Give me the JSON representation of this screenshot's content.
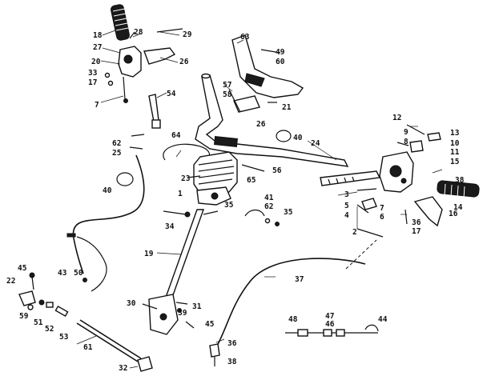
{
  "callouts": [
    {
      "id": "c18",
      "label": "18"
    },
    {
      "id": "c28a",
      "label": "28"
    },
    {
      "id": "c29",
      "label": "29"
    },
    {
      "id": "c27",
      "label": "27"
    },
    {
      "id": "c20a",
      "label": "20"
    },
    {
      "id": "c33",
      "label": "33"
    },
    {
      "id": "c17a",
      "label": "17"
    },
    {
      "id": "c26a",
      "label": "26"
    },
    {
      "id": "c7a",
      "label": "7"
    },
    {
      "id": "c63",
      "label": "63"
    },
    {
      "id": "c49",
      "label": "49"
    },
    {
      "id": "c60",
      "label": "60"
    },
    {
      "id": "c57",
      "label": "57"
    },
    {
      "id": "c58",
      "label": "58"
    },
    {
      "id": "c54",
      "label": "54"
    },
    {
      "id": "c21",
      "label": "21"
    },
    {
      "id": "c26b",
      "label": "26"
    },
    {
      "id": "c40a",
      "label": "40"
    },
    {
      "id": "c62a",
      "label": "62"
    },
    {
      "id": "c25",
      "label": "25"
    },
    {
      "id": "c64",
      "label": "64"
    },
    {
      "id": "c24",
      "label": "24"
    },
    {
      "id": "c12",
      "label": "12"
    },
    {
      "id": "c9",
      "label": "9"
    },
    {
      "id": "c13",
      "label": "13"
    },
    {
      "id": "c8",
      "label": "8"
    },
    {
      "id": "c10",
      "label": "10"
    },
    {
      "id": "c11",
      "label": "11"
    },
    {
      "id": "c15",
      "label": "15"
    },
    {
      "id": "c16",
      "label": "16"
    },
    {
      "id": "c38a",
      "label": "38"
    },
    {
      "id": "c23",
      "label": "23"
    },
    {
      "id": "c65",
      "label": "65"
    },
    {
      "id": "c56",
      "label": "56"
    },
    {
      "id": "c40b",
      "label": "40"
    },
    {
      "id": "c1",
      "label": "1"
    },
    {
      "id": "c35a",
      "label": "35"
    },
    {
      "id": "c41",
      "label": "41"
    },
    {
      "id": "c62b",
      "label": "62"
    },
    {
      "id": "c35b",
      "label": "35"
    },
    {
      "id": "c3",
      "label": "3"
    },
    {
      "id": "c5",
      "label": "5"
    },
    {
      "id": "c7b",
      "label": "7"
    },
    {
      "id": "c4",
      "label": "4"
    },
    {
      "id": "c6",
      "label": "6"
    },
    {
      "id": "c14",
      "label": "14"
    },
    {
      "id": "c34",
      "label": "34"
    },
    {
      "id": "c2",
      "label": "2"
    },
    {
      "id": "c36b",
      "label": "36"
    },
    {
      "id": "c17b",
      "label": "17"
    },
    {
      "id": "c19",
      "label": "19"
    },
    {
      "id": "c45a",
      "label": "45"
    },
    {
      "id": "c43",
      "label": "43"
    },
    {
      "id": "c50",
      "label": "50"
    },
    {
      "id": "c22",
      "label": "22"
    },
    {
      "id": "c37",
      "label": "37"
    },
    {
      "id": "c59",
      "label": "59"
    },
    {
      "id": "c51",
      "label": "51"
    },
    {
      "id": "c52",
      "label": "52"
    },
    {
      "id": "c53",
      "label": "53"
    },
    {
      "id": "c30",
      "label": "30"
    },
    {
      "id": "c39",
      "label": "39"
    },
    {
      "id": "c31",
      "label": "31"
    },
    {
      "id": "c48",
      "label": "48"
    },
    {
      "id": "c47",
      "label": "47"
    },
    {
      "id": "c46",
      "label": "46"
    },
    {
      "id": "c44",
      "label": "44"
    },
    {
      "id": "c45b",
      "label": "45"
    },
    {
      "id": "c61",
      "label": "61"
    },
    {
      "id": "c36a",
      "label": "36"
    },
    {
      "id": "c32",
      "label": "32"
    },
    {
      "id": "c38b",
      "label": "38"
    }
  ]
}
